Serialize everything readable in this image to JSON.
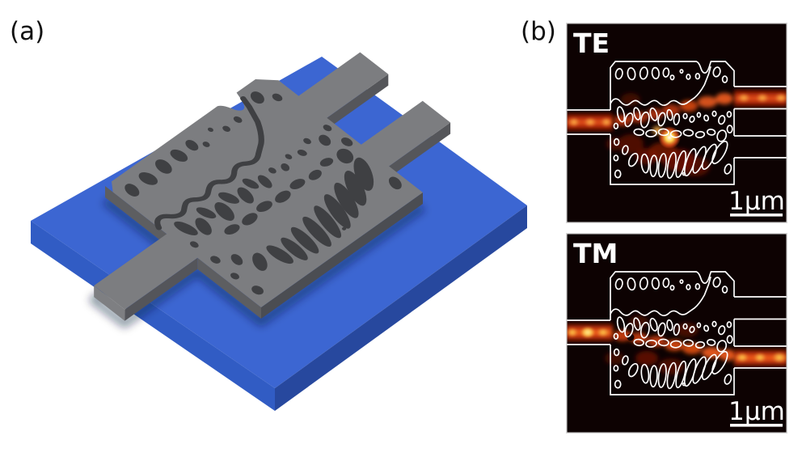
{
  "figure": {
    "label_a": "(a)",
    "label_b": "(b)",
    "panel_te": {
      "title": "TE",
      "scale_label": "1µm"
    },
    "panel_tm": {
      "title": "TM",
      "scale_label": "1µm"
    },
    "colors": {
      "substrate_blue_top": "#3c66d2",
      "substrate_blue_sw": "#315cc4",
      "substrate_blue_se": "#27489e",
      "silicon_gray_top": "#7c7d80",
      "silicon_gray_side": "#55565a",
      "hole_dark": "#3f4043",
      "field_background": "#0d0202",
      "field_hot": "#ffffff",
      "field_yellow": "#ffd04e",
      "field_orange": "#ff7a28",
      "field_red": "#d23a0e",
      "outline_white": "#ffffff"
    }
  }
}
